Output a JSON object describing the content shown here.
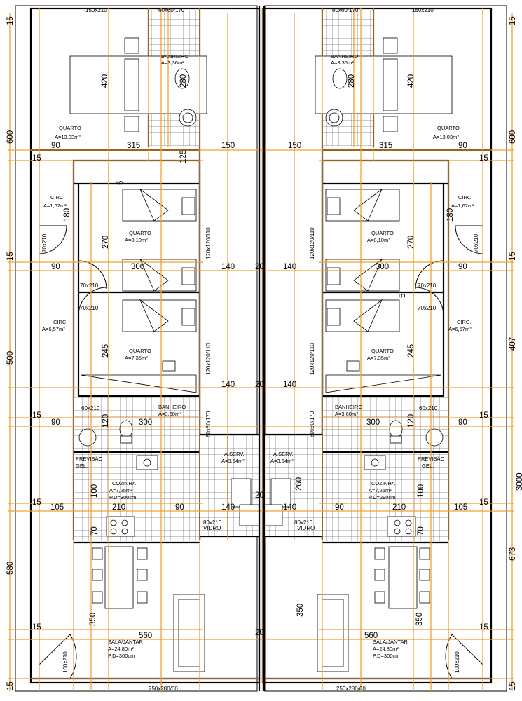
{
  "rooms": {
    "quarto_13": {
      "name": "QUARTO",
      "area": "A=13,03m²"
    },
    "banheiro_top": {
      "name": "BANHEIRO",
      "area": "A=3,36m²"
    },
    "circ_small": {
      "name": "CIRC.",
      "area": "A=1,62m²"
    },
    "quarto_8": {
      "name": "QUARTO",
      "area": "A=8,10m²"
    },
    "circ_large": {
      "name": "CIRC.",
      "area": "A=6,57m²"
    },
    "quarto_7": {
      "name": "QUARTO",
      "area": "A=7,35m²"
    },
    "banheiro_mid": {
      "name": "BANHEIRO",
      "area": "A=3,60m²"
    },
    "previsao": {
      "line1": "PREVISÃO",
      "line2": "GEL."
    },
    "cozinha": {
      "name": "COZINHA",
      "area": "A=7,25m²"
    },
    "a_serv": {
      "name": "A.SERV.",
      "area": "A=3,64m²"
    },
    "sala": {
      "name": "SALA/JANTAR",
      "area": "A=24,80m²"
    }
  },
  "ceiling": {
    "left_cozinha": "P.D=300cm",
    "right_cozinha": "P.D=290cm",
    "sala": "P.D=300cm"
  },
  "openings": {
    "w150": "150x210",
    "w60": "60x60/170",
    "d70": "70x210",
    "w120": "120x120/110",
    "d60": "60x210",
    "d80": "80x210",
    "vidro": "VIDRO",
    "d100": "100x210",
    "w250": "250x280/60"
  },
  "dims": {
    "d15": "15",
    "d600": "600",
    "d500": "500",
    "d580": "580",
    "d3000": "3000",
    "d407": "407",
    "d673": "673",
    "d90": "90",
    "d315": "315",
    "d150": "150",
    "d140": "140",
    "d300": "300",
    "d105": "105",
    "d210": "210",
    "d560": "560",
    "d20": "20",
    "d420": "420",
    "d280": "280",
    "d125": "125",
    "d180": "180",
    "d270": "270",
    "d245": "245",
    "d120": "120",
    "d100": "100",
    "d70": "70",
    "d350": "350",
    "d260": "260",
    "d5": "5"
  }
}
